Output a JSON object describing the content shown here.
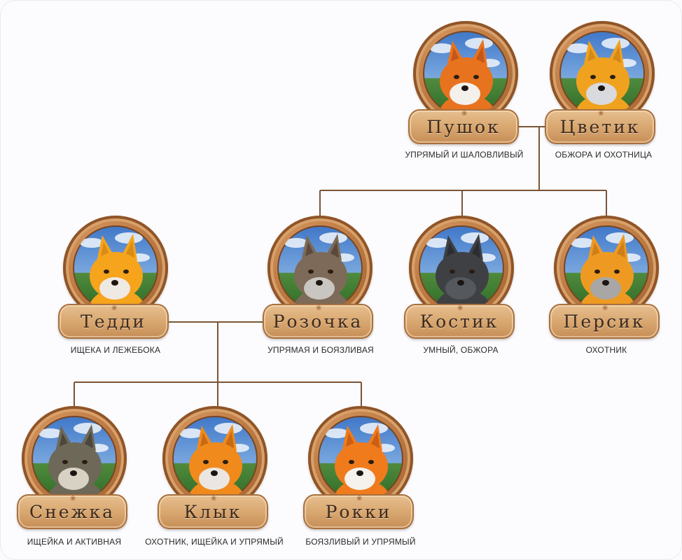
{
  "pets": [
    {
      "name": "Пушок",
      "trait": "УПРЯМЫЙ И ШАЛОВЛИВЫЙ",
      "fur": "#e8731e",
      "muzzle": "#f4f0ec",
      "ear": "#c4561a"
    },
    {
      "name": "Цветик",
      "trait": "ОБЖОРА И ОХОТНИЦА",
      "fur": "#f0a21f",
      "muzzle": "#d9dadd",
      "ear": "#d48a18"
    },
    {
      "name": "Тедди",
      "trait": "ИЩЕКА И ЛЕЖЕБОКА",
      "fur": "#f5a41c",
      "muzzle": "#efe9e4",
      "ear": "#d98b14"
    },
    {
      "name": "Розочка",
      "trait": "УПРЯМАЯ И БОЯЗЛИВАЯ",
      "fur": "#7d6a58",
      "muzzle": "#c9c6c1",
      "ear": "#5b4a3c"
    },
    {
      "name": "Костик",
      "trait": "УМНЫЙ, ОБЖОРА",
      "fur": "#3e4044",
      "muzzle": "#55585c",
      "ear": "#2c2d31"
    },
    {
      "name": "Персик",
      "trait": "ОХОТНИК",
      "fur": "#ee9a22",
      "muzzle": "#a9a7a5",
      "ear": "#cf7f18"
    },
    {
      "name": "Снежка",
      "trait": "ИЩЕЙКА И АКТИВНАЯ",
      "fur": "#6e6858",
      "muzzle": "#d8d2c4",
      "ear": "#4c473c"
    },
    {
      "name": "Клык",
      "trait": "ОХОТНИК, ИЩЕЙКА И УПРЯМЫЙ",
      "fur": "#f08a1c",
      "muzzle": "#ebe6e1",
      "ear": "#c96a12"
    },
    {
      "name": "Рокки",
      "trait": "БОЯЗЛИВЫЙ И УПРЯМЫЙ",
      "fur": "#f07b1d",
      "muzzle": "#f5f1ec",
      "ear": "#c95f12"
    }
  ],
  "colors": {
    "line": "#7a5537",
    "sky": "#3f77c8",
    "wood": "#d9a871"
  }
}
